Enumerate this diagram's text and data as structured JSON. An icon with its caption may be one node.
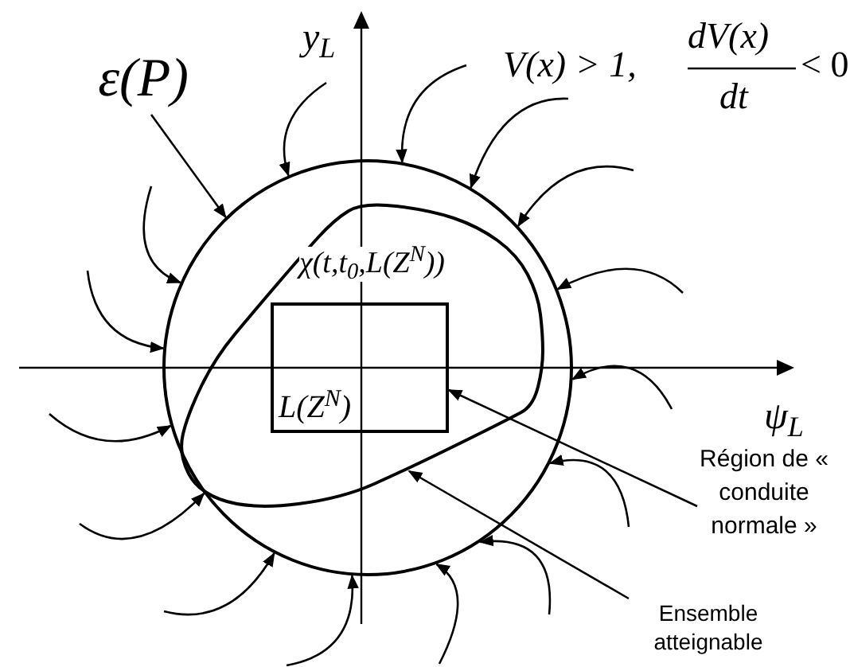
{
  "diagram": {
    "nodes": [
      {
        "text": [
          "ε(P)"
        ]
      },
      {
        "text": [],
        "shape": "circle"
      },
      {
        "text": [
          "χ(t,t$_{0}$,L(Z$^{N}$))"
        ],
        "in": 1
      },
      {
        "text": [
          "L(Z$^{N}$)"
        ],
        "in": 2
      },
      {
        "text": [
          "Région de « conduite normale »"
        ]
      },
      {
        "text": [
          "Ensemble atteignable"
        ]
      }
    ],
    "edges": [
      {
        "from": 0,
        "to": 1,
        "arrow": "to"
      },
      {
        "from": 4,
        "to": 3,
        "arrow": "to"
      },
      {
        "from": 5,
        "to": 2,
        "arrow": "to"
      },
      {
        "from": null,
        "to": 1,
        "arrow": "to"
      },
      {
        "from": null,
        "to": 1,
        "arrow": "to"
      },
      {
        "from": null,
        "to": 1,
        "arrow": "to"
      },
      {
        "from": null,
        "to": 1,
        "arrow": "to"
      },
      {
        "from": null,
        "to": 1,
        "arrow": "to"
      },
      {
        "from": null,
        "to": 1,
        "arrow": "to"
      },
      {
        "from": null,
        "to": 1,
        "arrow": "to"
      },
      {
        "from": null,
        "to": 1,
        "arrow": "to"
      },
      {
        "from": null,
        "to": 1,
        "arrow": "to"
      },
      {
        "from": null,
        "to": 1,
        "arrow": "to"
      },
      {
        "from": null,
        "to": 1,
        "arrow": "to"
      },
      {
        "from": null,
        "to": 1,
        "arrow": "to"
      },
      {
        "from": null,
        "to": 1,
        "arrow": "to"
      },
      {
        "from": null,
        "to": 1,
        "arrow": "to"
      },
      {
        "from": null,
        "to": 1,
        "arrow": "to"
      }
    ],
    "labels": [
      "y$_{L}$",
      "V(x) > 1,",
      "dV(x)",
      "dt",
      "< 0",
      "ψ$_{L}$"
    ]
  }
}
